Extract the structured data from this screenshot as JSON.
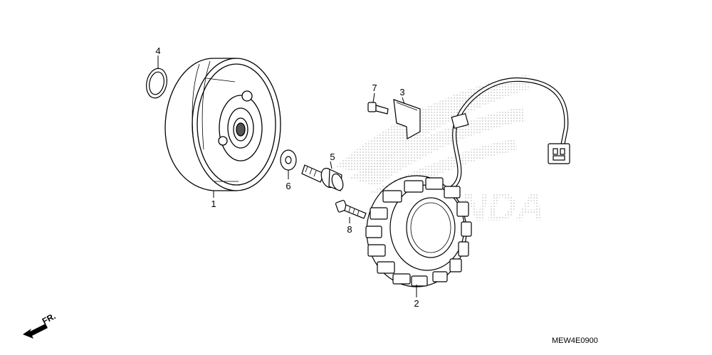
{
  "callouts": {
    "p1": "1",
    "p2": "2",
    "p3": "3",
    "p4": "4",
    "p5": "5",
    "p6": "6",
    "p7": "7",
    "p8": "8"
  },
  "direction_label": "FR.",
  "diagram_code": "MEW4E0900",
  "watermark_text": "HONDA",
  "colors": {
    "line": "#000000",
    "watermark": "#c8c8c8"
  }
}
